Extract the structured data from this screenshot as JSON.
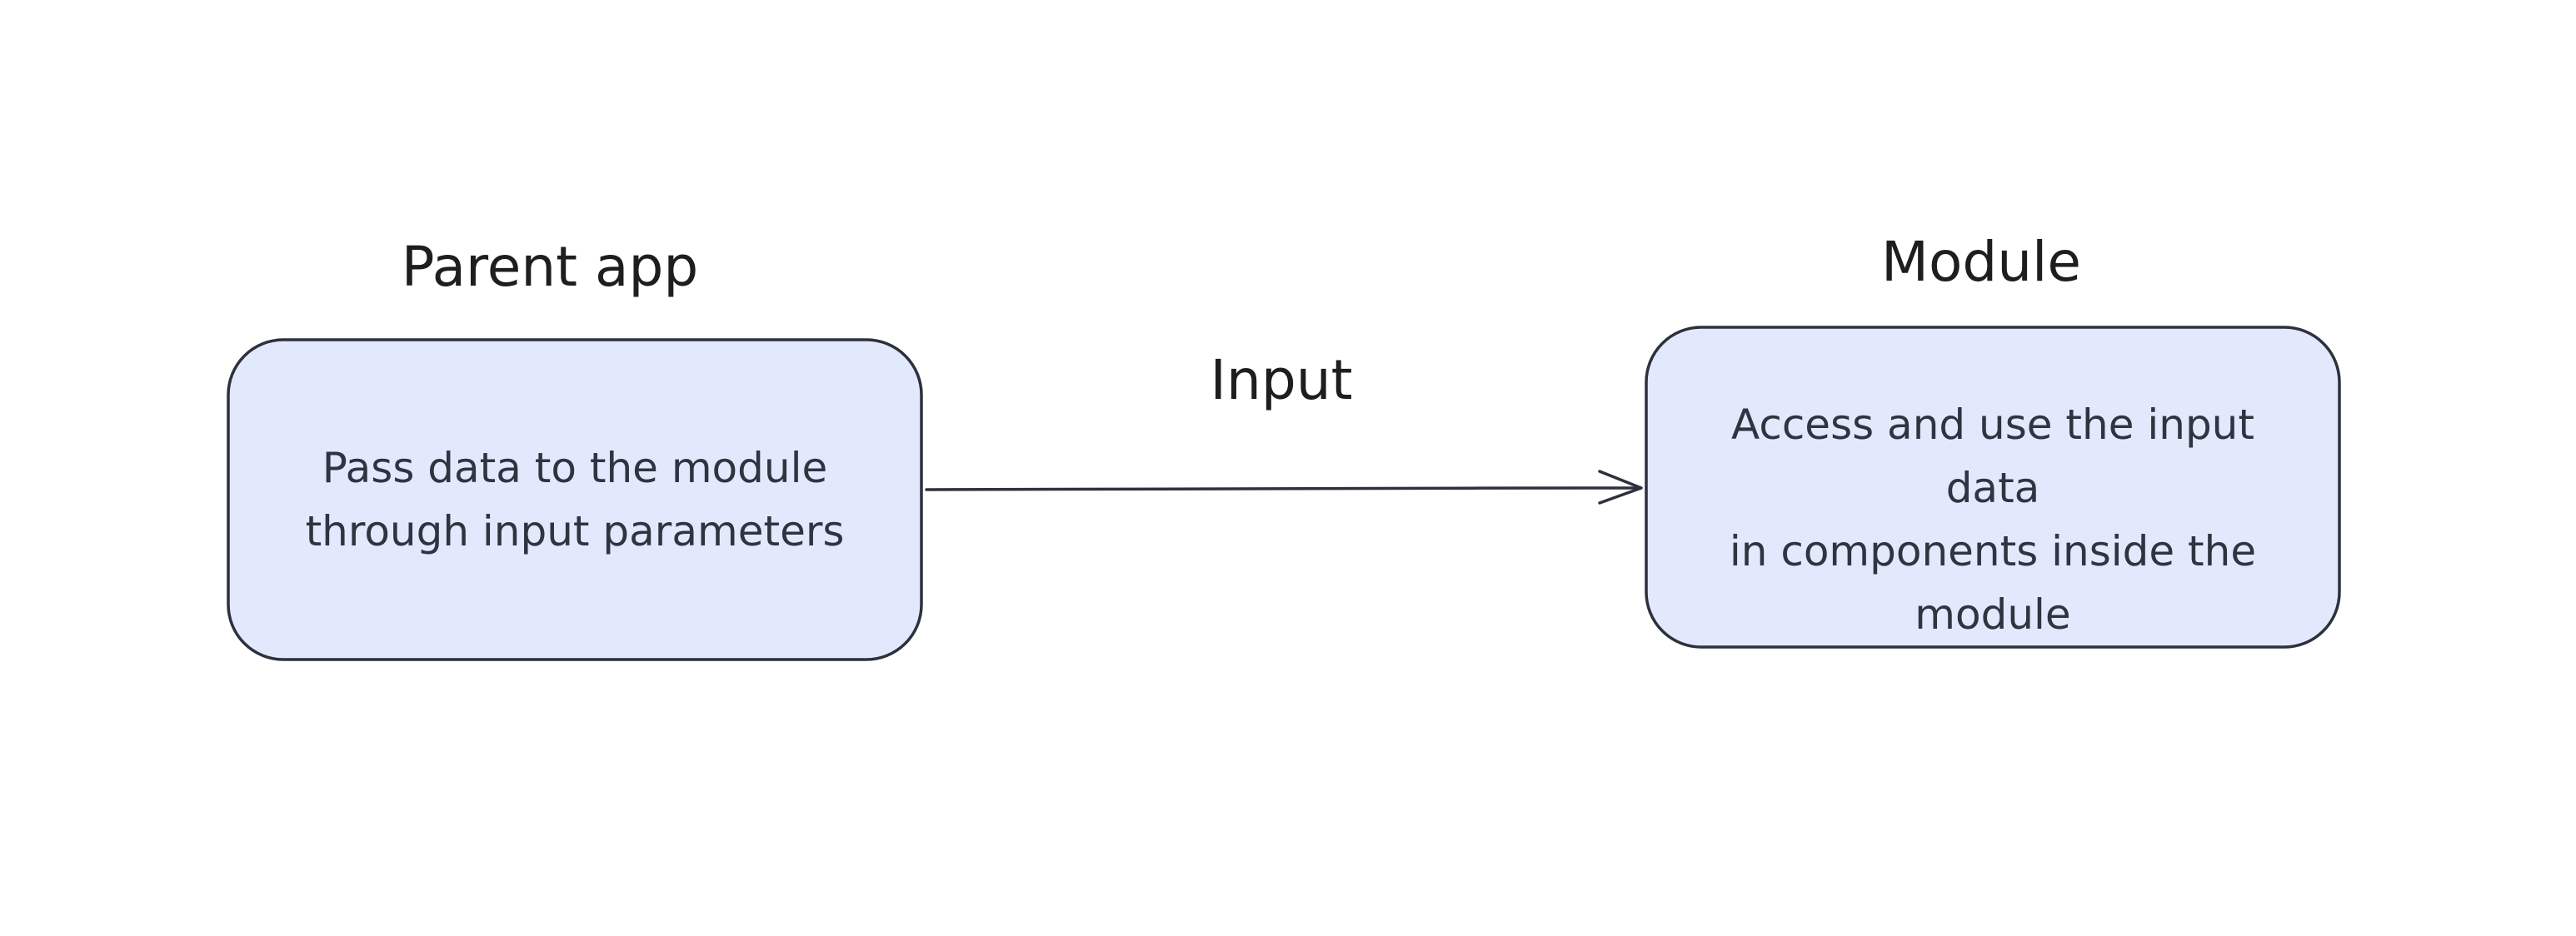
{
  "diagram": {
    "parent_label": "Parent app",
    "module_label": "Module",
    "edge_label": "Input",
    "parent_box": {
      "line1": "Pass data to the module",
      "line2": "through input parameters"
    },
    "module_box": {
      "line1": "Access and use the input data",
      "line2": "in components inside the",
      "line3": "module"
    }
  },
  "colors": {
    "box_fill": "#e3e9fc",
    "box_stroke": "#2d313c",
    "text": "#2f3441",
    "title": "#1e1e1e"
  }
}
